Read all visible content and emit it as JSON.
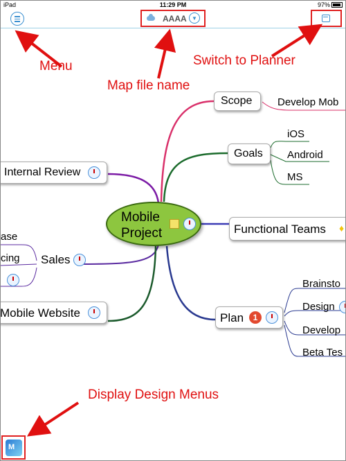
{
  "status_bar": {
    "device": "iPad",
    "time": "11:29 PM",
    "battery": "97%"
  },
  "toolbar": {
    "filename": "AAAA"
  },
  "map": {
    "root": {
      "line1": "Mobile",
      "line2": "Project"
    },
    "scope": {
      "label": "Scope",
      "child": "Develop Mob"
    },
    "goals": {
      "label": "Goals",
      "children": [
        "iOS",
        "Android",
        "MS"
      ]
    },
    "internal_review": {
      "label": "Internal Review"
    },
    "functional_teams": {
      "label": "Functional Teams"
    },
    "sales": {
      "label": "Sales",
      "children": [
        "ase",
        "cing"
      ]
    },
    "mobile_website": {
      "label": "Mobile Website"
    },
    "plan": {
      "label": "Plan",
      "badge": "1",
      "children": [
        "Brainsto",
        "Design",
        "Develop",
        "Beta Tes"
      ]
    }
  },
  "annotations": {
    "menu": "Menu",
    "map_file_name": "Map file name",
    "switch_to_planner": "Switch to Planner",
    "display_design_menus": "Display Design Menus"
  },
  "colors": {
    "annotation": "#e01010",
    "root_fill": "#8dc63f",
    "accent": "#3a8fd0"
  }
}
